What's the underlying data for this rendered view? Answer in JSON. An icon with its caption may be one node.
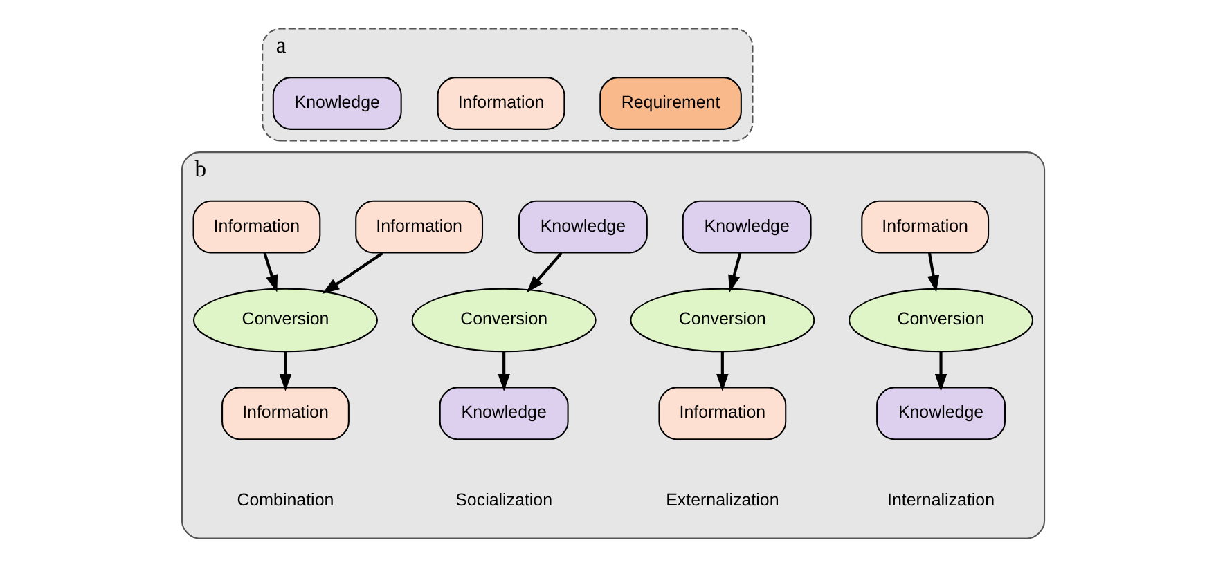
{
  "diagram": {
    "nodes": [
      {
        "text": [
          "a"
        ]
      },
      {
        "text": [
          "Knowledge"
        ],
        "in": 0
      },
      {
        "text": [
          "Information"
        ],
        "in": 0
      },
      {
        "text": [
          "Requirement"
        ],
        "in": 0
      },
      {
        "text": [
          "b"
        ]
      },
      {
        "text": [
          "Information"
        ],
        "in": 4
      },
      {
        "text": [
          "Information"
        ],
        "in": 4
      },
      {
        "text": [
          "Conversion"
        ],
        "in": 4
      },
      {
        "text": [
          "Information"
        ],
        "in": 4
      },
      {
        "text": [
          "Knowledge"
        ],
        "in": 4
      },
      {
        "text": [
          "Conversion"
        ],
        "in": 4
      },
      {
        "text": [
          "Knowledge"
        ],
        "in": 4
      },
      {
        "text": [
          "Knowledge"
        ],
        "in": 4
      },
      {
        "text": [
          "Conversion"
        ],
        "in": 4
      },
      {
        "text": [
          "Information"
        ],
        "in": 4
      },
      {
        "text": [
          "Information"
        ],
        "in": 4
      },
      {
        "text": [
          "Conversion"
        ],
        "in": 4
      },
      {
        "text": [
          "Knowledge"
        ],
        "in": 4
      }
    ],
    "edges": [
      {
        "from": 5,
        "to": 7,
        "arrow": "to"
      },
      {
        "from": 6,
        "to": 7,
        "arrow": "to"
      },
      {
        "from": 7,
        "to": 8,
        "arrow": "to"
      },
      {
        "from": 9,
        "to": 10,
        "arrow": "to"
      },
      {
        "from": 10,
        "to": 11,
        "arrow": "to"
      },
      {
        "from": 12,
        "to": 13,
        "arrow": "to"
      },
      {
        "from": 13,
        "to": 14,
        "arrow": "to"
      },
      {
        "from": 15,
        "to": 16,
        "arrow": "to"
      },
      {
        "from": 16,
        "to": 17,
        "arrow": "to"
      }
    ],
    "labels": [
      "Combination",
      "Socialization",
      "Externalization",
      "Internalization"
    ]
  }
}
